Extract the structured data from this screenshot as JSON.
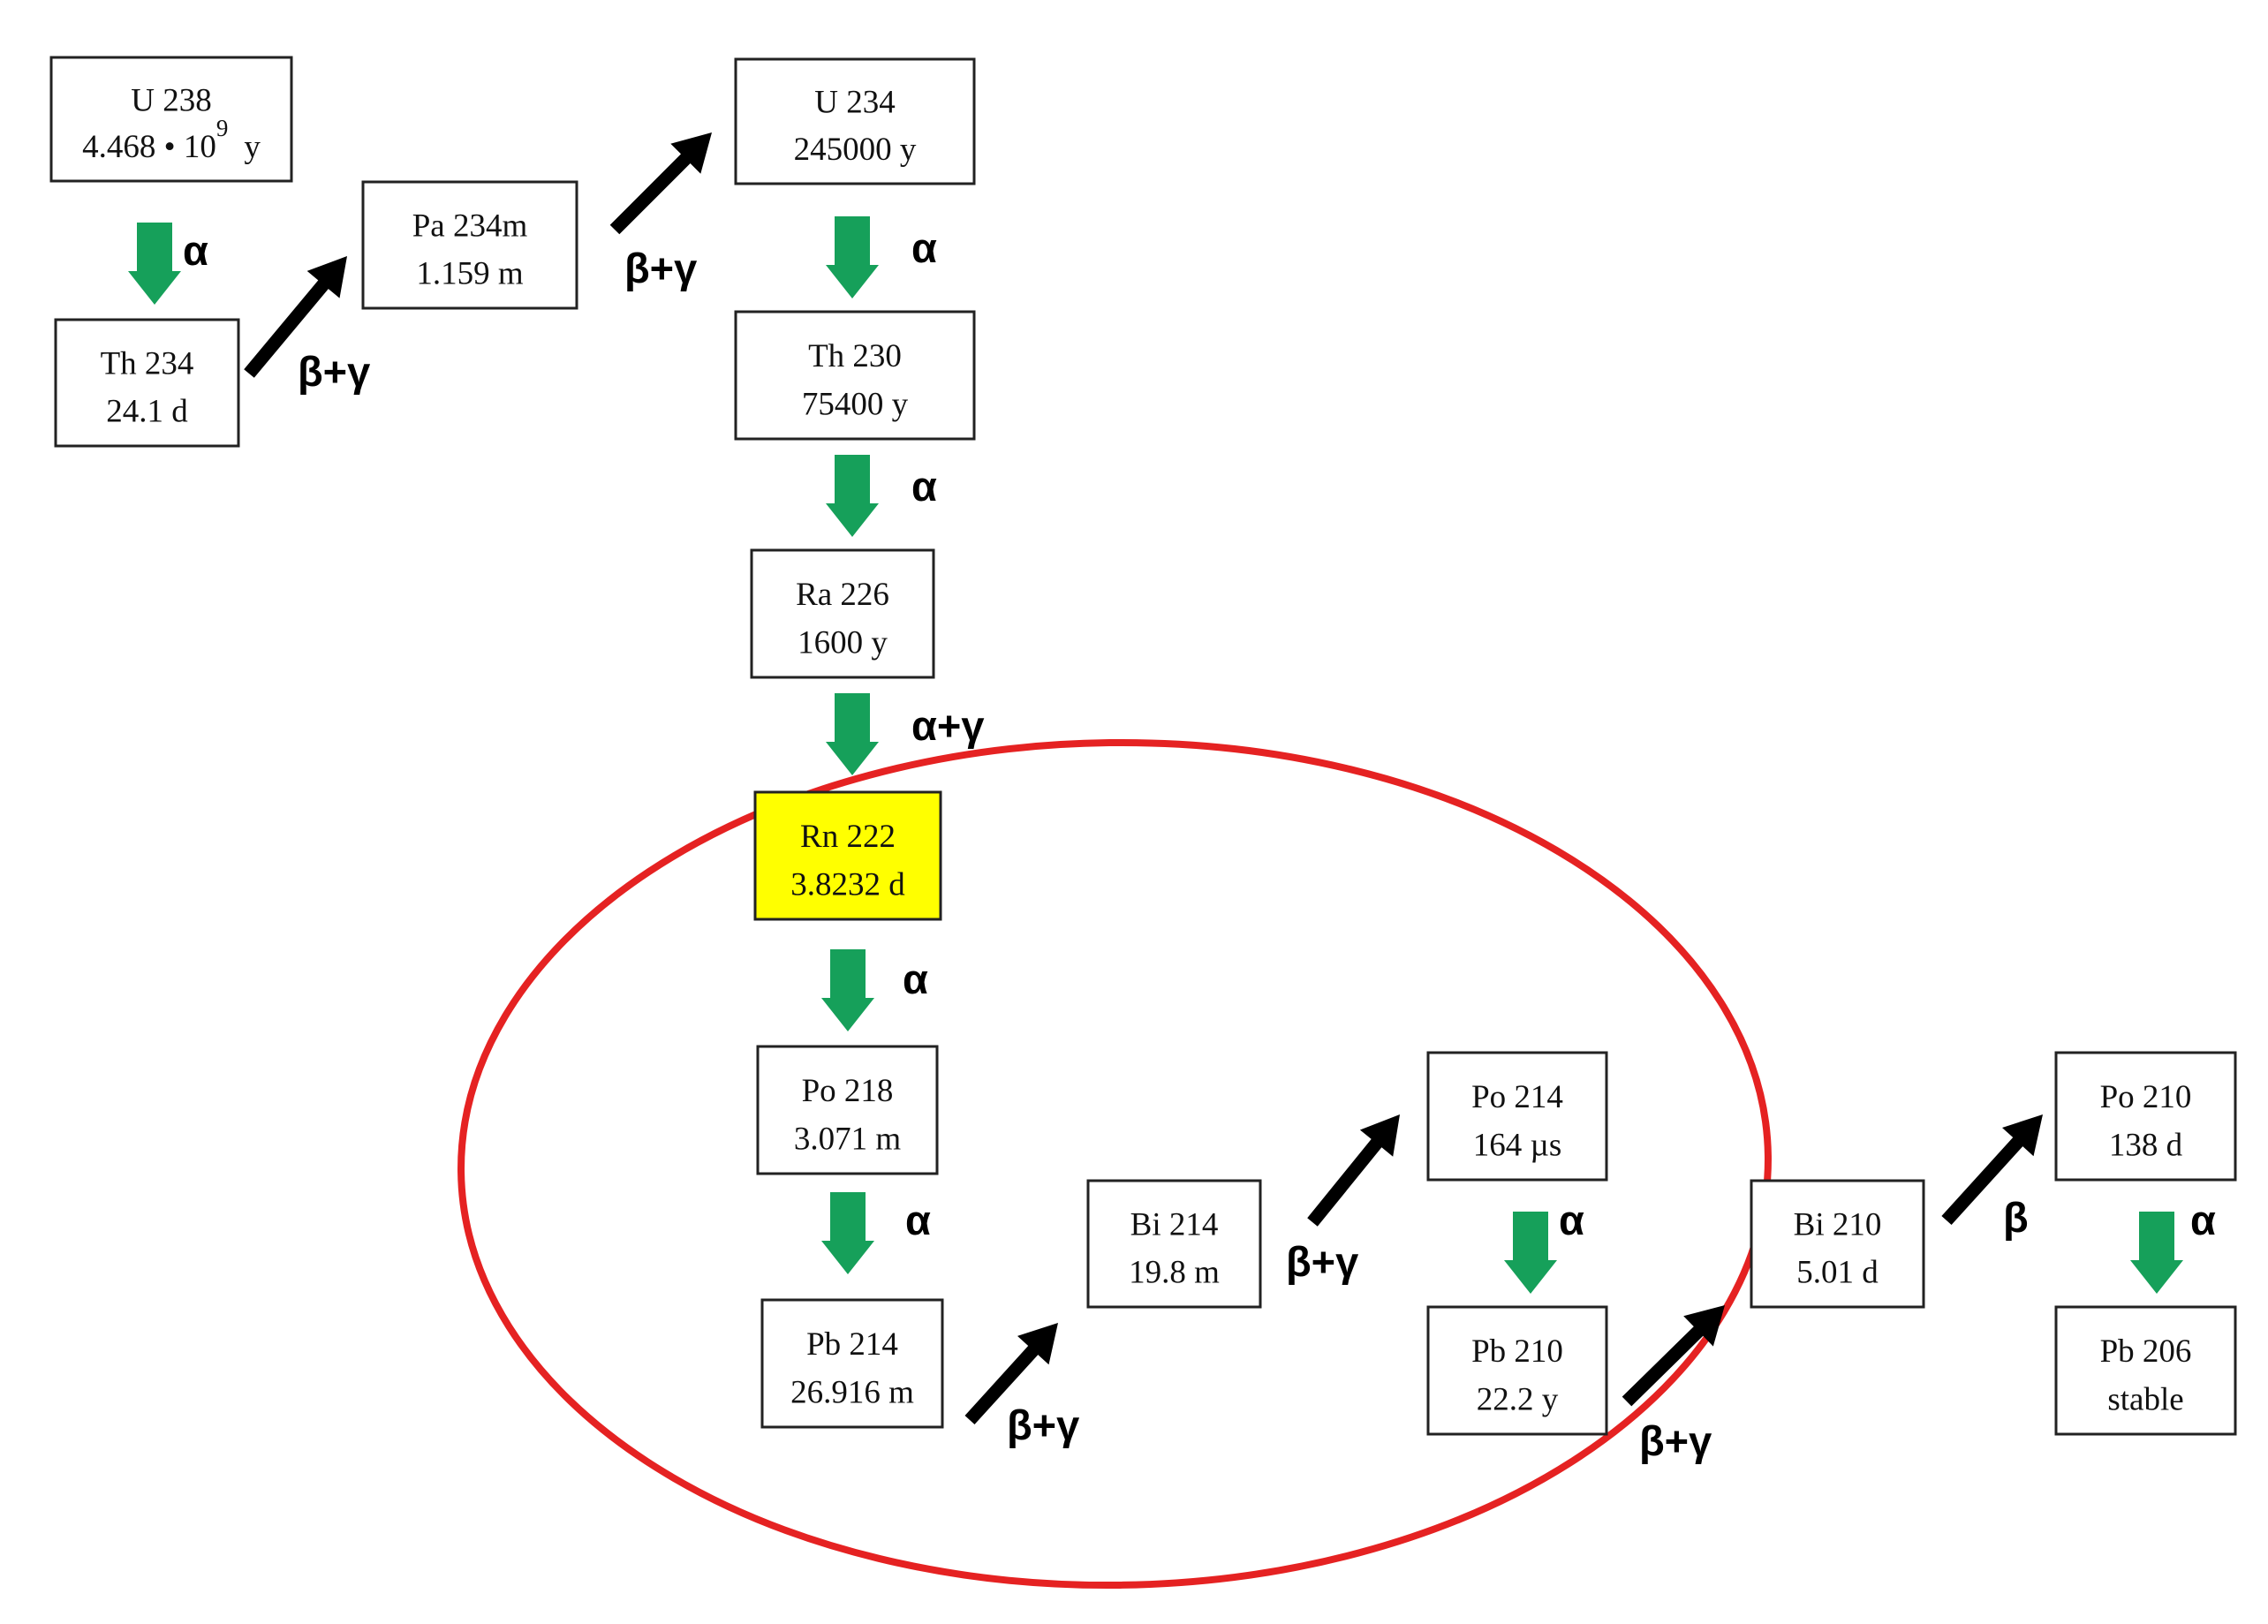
{
  "colors": {
    "box_border": "#222222",
    "box_fill": "#ffffff",
    "highlight_fill": "#ffff00",
    "alpha_arrow": "#16a05a",
    "beta_arrow": "#000000",
    "ellipse": "#e52222"
  },
  "nuclides": [
    {
      "id": "u238",
      "name": "U 238",
      "halflife_main": "4.468 • 10",
      "halflife_exp": "9",
      "halflife_unit": "y"
    },
    {
      "id": "th234",
      "name": "Th 234",
      "halflife": "24.1 d"
    },
    {
      "id": "pa234m",
      "name": "Pa 234m",
      "halflife": "1.159 m"
    },
    {
      "id": "u234",
      "name": "U 234",
      "halflife": "245000 y"
    },
    {
      "id": "th230",
      "name": "Th 230",
      "halflife": "75400 y"
    },
    {
      "id": "ra226",
      "name": "Ra 226",
      "halflife": "1600 y"
    },
    {
      "id": "rn222",
      "name": "Rn 222",
      "halflife": "3.8232 d",
      "highlighted": true
    },
    {
      "id": "po218",
      "name": "Po 218",
      "halflife": "3.071 m"
    },
    {
      "id": "pb214",
      "name": "Pb 214",
      "halflife": "26.916 m"
    },
    {
      "id": "bi214",
      "name": "Bi 214",
      "halflife": "19.8 m"
    },
    {
      "id": "po214",
      "name": "Po 214",
      "halflife": "164 µs"
    },
    {
      "id": "pb210",
      "name": "Pb 210",
      "halflife": "22.2 y"
    },
    {
      "id": "bi210",
      "name": "Bi 210",
      "halflife": "5.01 d"
    },
    {
      "id": "po210",
      "name": "Po 210",
      "halflife": "138 d"
    },
    {
      "id": "pb206",
      "name": "Pb 206",
      "halflife": "stable"
    }
  ],
  "decays": [
    {
      "id": "d1",
      "from": "U 238",
      "to": "Th 234",
      "kind": "alpha",
      "label": "α"
    },
    {
      "id": "d2",
      "from": "Th 234",
      "to": "Pa 234m",
      "kind": "beta",
      "label": "β+γ"
    },
    {
      "id": "d3",
      "from": "Pa 234m",
      "to": "U 234",
      "kind": "beta",
      "label": "β+γ"
    },
    {
      "id": "d4",
      "from": "U 234",
      "to": "Th 230",
      "kind": "alpha",
      "label": "α"
    },
    {
      "id": "d5",
      "from": "Th 230",
      "to": "Ra 226",
      "kind": "alpha",
      "label": "α"
    },
    {
      "id": "d6",
      "from": "Ra 226",
      "to": "Rn 222",
      "kind": "alpha",
      "label": "α+γ"
    },
    {
      "id": "d7",
      "from": "Rn 222",
      "to": "Po 218",
      "kind": "alpha",
      "label": "α"
    },
    {
      "id": "d8",
      "from": "Po 218",
      "to": "Pb 214",
      "kind": "alpha",
      "label": "α"
    },
    {
      "id": "d9",
      "from": "Pb 214",
      "to": "Bi 214",
      "kind": "beta",
      "label": "β+γ"
    },
    {
      "id": "d10",
      "from": "Bi 214",
      "to": "Po 214",
      "kind": "beta",
      "label": "β+γ"
    },
    {
      "id": "d11",
      "from": "Po 214",
      "to": "Pb 210",
      "kind": "alpha",
      "label": "α"
    },
    {
      "id": "d12",
      "from": "Pb 210",
      "to": "Bi 210",
      "kind": "beta",
      "label": "β+γ"
    },
    {
      "id": "d13",
      "from": "Bi 210",
      "to": "Po 210",
      "kind": "beta",
      "label": "β"
    },
    {
      "id": "d14",
      "from": "Po 210",
      "to": "Pb 206",
      "kind": "alpha",
      "label": "α"
    }
  ]
}
